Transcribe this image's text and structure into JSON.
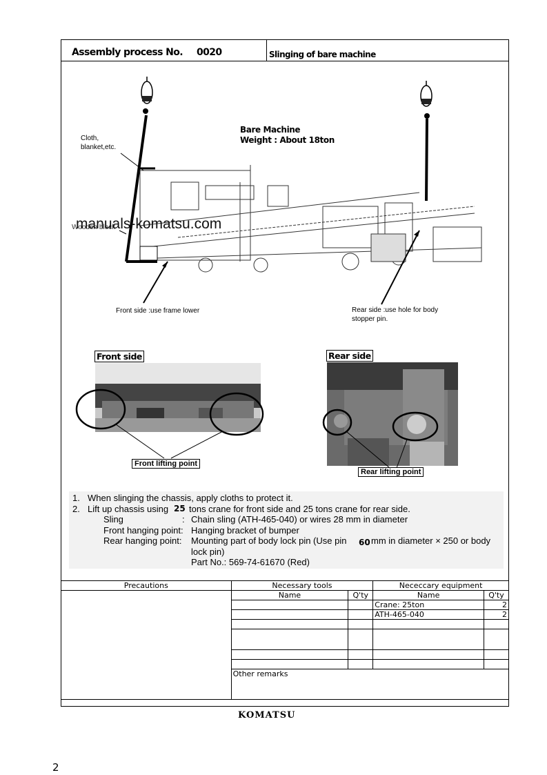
{
  "header": {
    "title": "Assembly process No.",
    "number": "0020",
    "subtitle": "Slinging of bare machine"
  },
  "diagram": {
    "machine_label": "Bare Machine",
    "weight_label": "Weight : About 18ton",
    "cloth_label": "Cloth,\nblanket,etc.",
    "wooden_label": "Wooden block",
    "front_note": "Front side :use frame lower",
    "rear_note": "Rear side :use hole for body\nstopper pin."
  },
  "watermark": "manuals-komatsu.com",
  "photos": {
    "front_title": "Front side",
    "front_callout": "Front lifting point",
    "rear_title": "Rear side",
    "rear_callout": "Rear lifting point"
  },
  "notes": {
    "n1_num": "1.",
    "n1_text": "When slinging the chassis, apply cloths to protect it.",
    "n2_num": "2.",
    "n2_text_a": "Lift up chassis using",
    "n2_crane_front": "25",
    "n2_text_b": "tons crane for front side and 25 tons crane for rear side.",
    "sling_label": "Sling",
    "sling_colon": ":",
    "sling_value": "Chain sling (ATH-465-040) or wires 28 mm in diameter",
    "front_label": "Front hanging point:",
    "front_value": "Hanging bracket of bumper",
    "rear_label": "Rear hanging point:",
    "rear_value_a": "Mounting part of body lock pin (Use pin",
    "rear_pin_dia": "60",
    "rear_value_b": "mm in diameter × 250 or body",
    "rear_value_c": "lock pin)",
    "part_no": "Part No.: 569-74-61670 (Red)"
  },
  "table": {
    "precautions": "Precautions",
    "tools": "Necessary tools",
    "equipment": "Nececcary equipment",
    "name": "Name",
    "qty": "Q'ty",
    "equipment_rows": [
      {
        "name": "Crane: 25ton",
        "qty": "2"
      },
      {
        "name": "ATH-465-040",
        "qty": "2"
      }
    ],
    "other_remarks": "Other remarks"
  },
  "footer": {
    "logo": "KOMATSU",
    "page_number": "2"
  }
}
